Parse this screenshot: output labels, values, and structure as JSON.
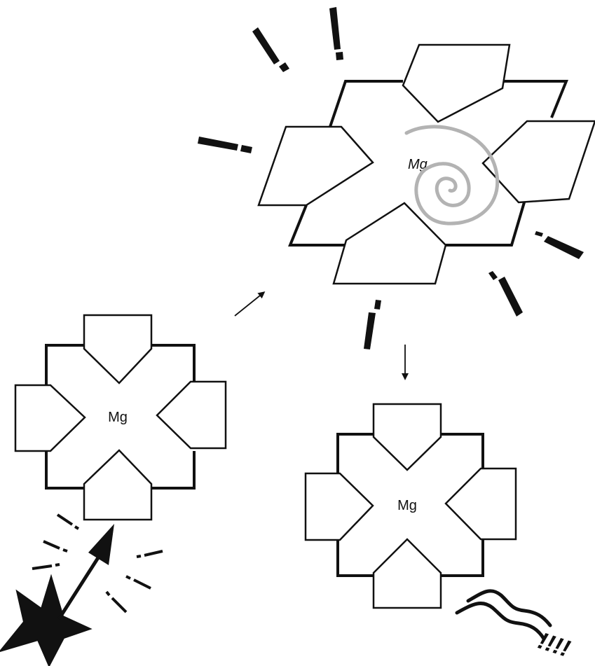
{
  "diagram": {
    "molecule_left": {
      "label": "Mg"
    },
    "molecule_excited": {
      "label": "Mg"
    },
    "molecule_bottom_right": {
      "label": "Mg"
    },
    "emission_text": "!!!!",
    "colors": {
      "stroke": "#111111",
      "spiral": "#b3b3b3",
      "background": "#ffffff"
    },
    "icons": [
      "star-icon",
      "spiral-icon",
      "wavy-lines-icon",
      "arrow-icon"
    ]
  }
}
